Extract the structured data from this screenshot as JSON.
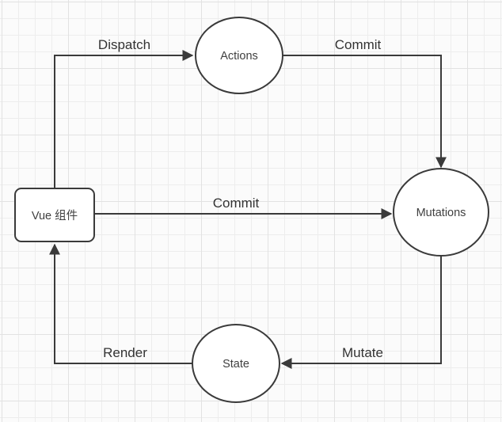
{
  "diagram": {
    "colors": {
      "background": "#fbfbfb",
      "grid_minor": "#ededed",
      "grid_major": "#e2e2e2",
      "stroke": "#3a3a3a",
      "node_fill": "#ffffff",
      "text": "#333333"
    },
    "nodes": [
      {
        "id": "vue-component",
        "shape": "rounded-rect",
        "label": "Vue 组件"
      },
      {
        "id": "actions",
        "shape": "ellipse",
        "label": "Actions"
      },
      {
        "id": "mutations",
        "shape": "ellipse",
        "label": "Mutations"
      },
      {
        "id": "state",
        "shape": "ellipse",
        "label": "State"
      }
    ],
    "edges": [
      {
        "id": "dispatch",
        "from": "vue-component",
        "to": "actions",
        "label": "Dispatch"
      },
      {
        "id": "commit-top",
        "from": "actions",
        "to": "mutations",
        "label": "Commit"
      },
      {
        "id": "commit-middle",
        "from": "vue-component",
        "to": "mutations",
        "label": "Commit"
      },
      {
        "id": "mutate",
        "from": "mutations",
        "to": "state",
        "label": "Mutate"
      },
      {
        "id": "render",
        "from": "state",
        "to": "vue-component",
        "label": "Render"
      }
    ]
  }
}
